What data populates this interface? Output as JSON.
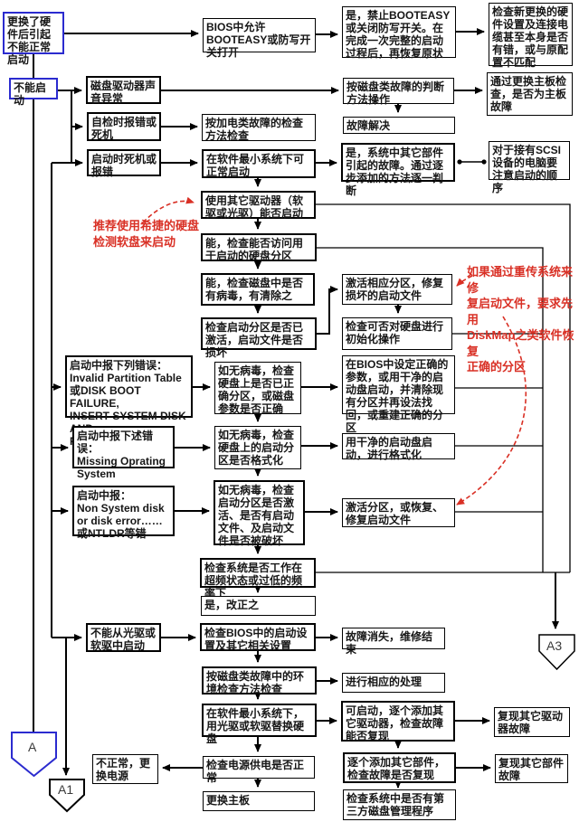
{
  "colors": {
    "accent_blue": "#2b2bcf",
    "note_red": "#d93025",
    "line": "#000000",
    "box_bg": "#ffffff"
  },
  "nodes": [
    {
      "id": "start",
      "text": "更换了硬件后引起不能正常启动"
    },
    {
      "id": "cannot-boot",
      "text": "不能启动"
    },
    {
      "id": "bios-booteasy",
      "text": "BIOS中允许BOOTEASY或防写开关打开"
    },
    {
      "id": "disable-booteasy",
      "text": "是，禁止BOOTEASY或关闭防写开关。在完成一次完整的启动过程后，再恢复原状"
    },
    {
      "id": "check-new-hw",
      "text": "检查新更换的硬件设置及连接电缆甚至本身是否有错，或与原配置不匹配"
    },
    {
      "id": "disk-noise",
      "text": "磁盘驱动器声音异常"
    },
    {
      "id": "disk-fault-method",
      "text": "按磁盘类故障的判断方法操作"
    },
    {
      "id": "replace-mobo-check",
      "text": "通过更换主板检查，是否为主板故障"
    },
    {
      "id": "post-error",
      "text": "自检时报错或死机"
    },
    {
      "id": "power-fault-method",
      "text": "按加电类故障的检查方法检查"
    },
    {
      "id": "fault-solved",
      "text": "故障解决"
    },
    {
      "id": "boot-hang",
      "text": "启动时死机或报错"
    },
    {
      "id": "min-sys-boot",
      "text": "在软件最小系统下可正常启动"
    },
    {
      "id": "other-parts-fault",
      "text": "是，系统中其它部件引起的故障。通过逐步添加的方法逐一判断"
    },
    {
      "id": "scsi-note",
      "text": "对于接有SCSI设备的电脑要注意启动的顺序"
    },
    {
      "id": "other-drive-boot",
      "text": "使用其它驱动器（软驱或光驱）能否启动"
    },
    {
      "id": "can-access-partition",
      "text": "能，检查能否访问用于启动的硬盘分区"
    },
    {
      "id": "check-virus",
      "text": "能，检查磁盘中是否有病毒，有清除之"
    },
    {
      "id": "activate-fix-files",
      "text": "激活相应分区，修复损坏的启动文件"
    },
    {
      "id": "check-partition-active",
      "text": "检查启动分区是否已激活，启动文件是否损坏"
    },
    {
      "id": "check-hd-init",
      "text": "检查可否对硬盘进行初始化操作"
    },
    {
      "id": "err-invalid-partition",
      "text": "启动中报下列错误：\nInvalid Partition Table\n或DISK BOOT FAILURE,\nINSERT SYSTEM DISK AND\nPRESS ENTER"
    },
    {
      "id": "check-partition-correct",
      "text": "如无病毒，检查硬盘上是否已正确分区，或磁盘参数是否正确"
    },
    {
      "id": "bios-set-params",
      "text": "在BIOS中设定正确的参数，或用干净的启动盘启动，并清除现有分区并再设法找回，或重建正确的分区"
    },
    {
      "id": "err-missing-os",
      "text": "启动中报下述错误：\nMissing Oprating\nSystem"
    },
    {
      "id": "check-boot-format",
      "text": "如无病毒，检查硬盘上的启动分区是否格式化"
    },
    {
      "id": "clean-boot-format",
      "text": "用干净的启动盘启动，进行格式化"
    },
    {
      "id": "err-non-system",
      "text": "启动中报：\nNon System disk\nor disk error……\n或NTLDR等错"
    },
    {
      "id": "check-active-files",
      "text": "如无病毒，检查启动分区是否激活、是否有启动文件、及启动文件是否被破坏"
    },
    {
      "id": "activate-restore",
      "text": "激活分区，或恢复、修复启动文件"
    },
    {
      "id": "check-overclock",
      "text": "检查系统是否工作在超频状态或过低的频率下"
    },
    {
      "id": "yes-correct",
      "text": "是，改正之"
    },
    {
      "id": "no-cd-boot",
      "text": "不能从光驱或软驱中启动"
    },
    {
      "id": "check-bios-settings",
      "text": "检查BIOS中的启动设置及其它相关设置"
    },
    {
      "id": "fault-gone",
      "text": "故障消失，维修结束"
    },
    {
      "id": "env-check",
      "text": "按磁盘类故障中的环境检查方法检查"
    },
    {
      "id": "handle-accordingly",
      "text": "进行相应的处理"
    },
    {
      "id": "min-sys-replace",
      "text": "在软件最小系统下，用光驱或软驱替换硬盘"
    },
    {
      "id": "can-boot-add-drives",
      "text": "可启动，逐个添加其它驱动器，检查故障能否复现"
    },
    {
      "id": "reproduce-drive-fault",
      "text": "复现其它驱动器故障"
    },
    {
      "id": "abnormal-replace-psu",
      "text": "不正常，更换电源"
    },
    {
      "id": "check-psu",
      "text": "检查电源供电是否正常"
    },
    {
      "id": "add-parts",
      "text": "逐个添加其它部件，检查故障是否复现"
    },
    {
      "id": "reproduce-part-fault",
      "text": "复现其它部件故障"
    },
    {
      "id": "replace-mobo",
      "text": "更换主板"
    },
    {
      "id": "check-3rd-party",
      "text": "检查系统中是否有第三方磁盘管理程序"
    }
  ],
  "pentagons": [
    {
      "label": "A"
    },
    {
      "label": "A1"
    },
    {
      "label": "A3"
    }
  ],
  "notes": [
    {
      "text": "推荐使用希捷的硬盘\n检测软盘来启动"
    },
    {
      "text": "如果通过重传系统来修\n复启动文件，要求先用\nDiskMap之类软件恢复\n正确的分区"
    }
  ]
}
